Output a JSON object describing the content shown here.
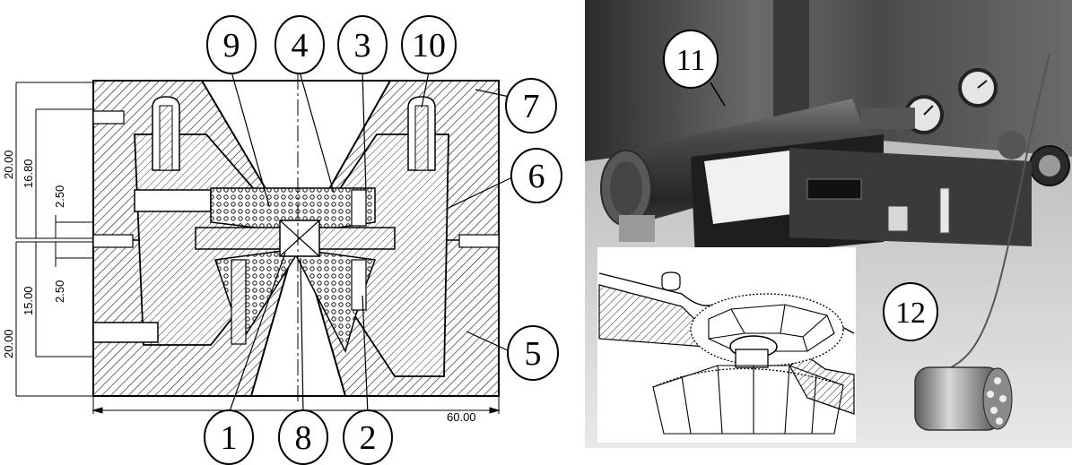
{
  "left_panel": {
    "callouts": [
      {
        "id": "c9",
        "label": "9"
      },
      {
        "id": "c4",
        "label": "4"
      },
      {
        "id": "c3",
        "label": "3"
      },
      {
        "id": "c10",
        "label": "10"
      },
      {
        "id": "c7",
        "label": "7"
      },
      {
        "id": "c6",
        "label": "6"
      },
      {
        "id": "c5",
        "label": "5"
      },
      {
        "id": "c1",
        "label": "1"
      },
      {
        "id": "c8",
        "label": "8"
      },
      {
        "id": "c2",
        "label": "2"
      }
    ],
    "dimensions": {
      "top_outer": "20.00",
      "top_inner": "16.80",
      "top_small": "2.50",
      "bottom_outer": "20.00",
      "bottom_inner": "15.00",
      "bottom_small": "2.50",
      "width": "60.00"
    }
  },
  "right_panel": {
    "callouts": [
      {
        "id": "c11",
        "label": "11"
      },
      {
        "id": "c12",
        "label": "12"
      }
    ]
  }
}
